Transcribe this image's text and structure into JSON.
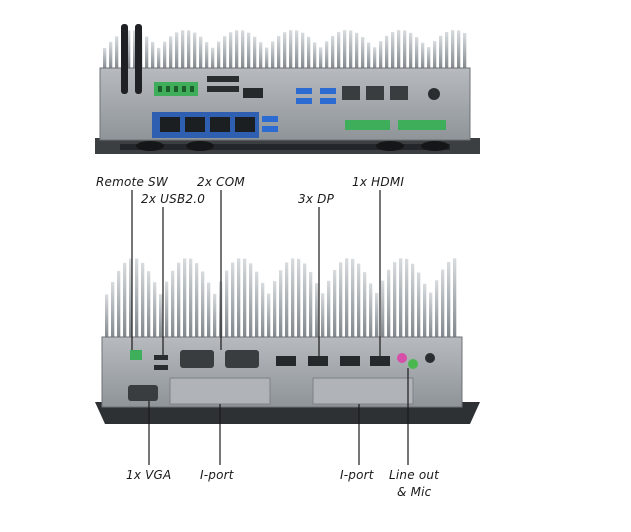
{
  "labels": {
    "remote_sw": "Remote SW",
    "usb20": "2x USB2.0",
    "com": "2x COM",
    "dp": "3x DP",
    "hdmi": "1x HDMI",
    "vga": "1x VGA",
    "iport_left": "I-port",
    "iport_right": "I-port",
    "line_out": "Line out",
    "mic": "& Mic"
  },
  "colors": {
    "chassis": "#9ea3a8",
    "chassis_dark": "#5f6469",
    "fins": "#b8bdc2",
    "lan_block": "#2f5fb0",
    "usb3": "#2c6bd1",
    "terminal_green": "#3fae5a",
    "audio_pink": "#d64fa8",
    "audio_green": "#4bb84f"
  }
}
